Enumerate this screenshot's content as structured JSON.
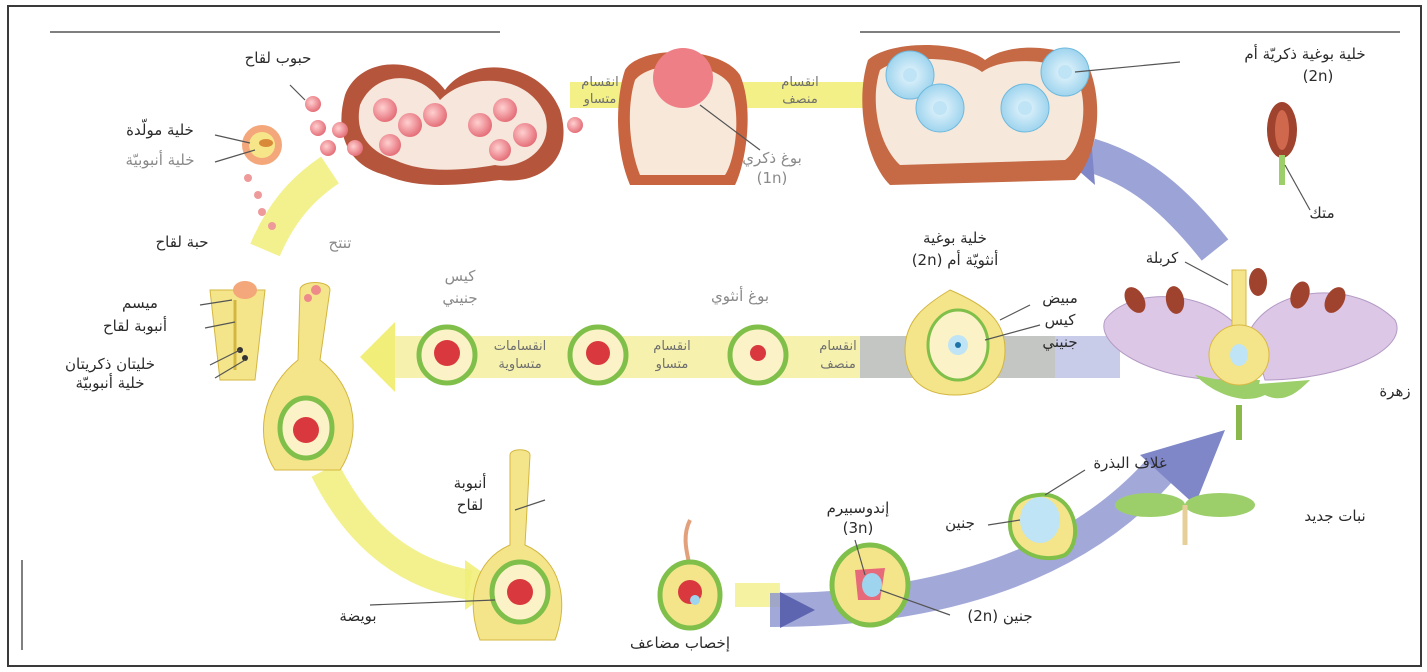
{
  "colors": {
    "frame": "#3a3a3a",
    "yellow_arrow": "#f1ee7a",
    "blue_arrow": "#7f87c9",
    "anther_brown": "#a0432e",
    "pollen_pink": "#ee8a8a",
    "ovule_yellow": "#f4e58a",
    "ovule_green": "#7fbf4a",
    "sac_red": "#d9393e",
    "petal_lilac": "#dcc7e6",
    "spore_cell_blue": "#9fd4ee"
  },
  "labels": {
    "pollen_grains": "حبوب لقاح",
    "generative_cell": "خلية مولّدة",
    "tube_cell_top": "خلية أنبوبيّة",
    "male_spore": "بوغ ذكري",
    "male_spore_ploidy": "(1n)",
    "male_mother_cell": "خلية بوغية ذكريّة أم",
    "male_mother_ploidy": "(2n)",
    "meiosis_top_1": "انقسام",
    "meiosis_top_2": "منصف",
    "top_mid_1": "انقسام",
    "top_mid_2": "متساو",
    "germination": "تنتح",
    "pollen_grain": "حبة لقاح",
    "stigma": "ميسم",
    "pollen_tube_left": "أنبوبة لقاح",
    "two_male_cells": "خليتان ذكريتان",
    "tube_cell_left": "خلية أنبوبيّة",
    "embryo_sac_left_1": "كيس",
    "embryo_sac_left_2": "جنيني",
    "female_spore": "بوغ أنثوي",
    "female_mother_1": "خلية بوغية",
    "female_mother_2": "أنثويّة أم (2n)",
    "ovary": "مبيض",
    "embryo_sac_right_1": "كيس",
    "embryo_sac_right_2": "جنيني",
    "mid_arrow_1a": "انقسامات",
    "mid_arrow_1b": "متساوية",
    "mid_arrow_2a": "انقسام",
    "mid_arrow_2b": "متساو",
    "mid_arrow_3a": "انقسام",
    "mid_arrow_3b": "منصف",
    "anther": "متك",
    "pistil": "كربلة",
    "flower": "زهرة",
    "seed_coat": "غلاف البذرة",
    "embryo_in_seed": "جنين",
    "endosperm": "إندوسبيرم",
    "endosperm_ploidy": "(3n)",
    "new_plant": "نبات جديد",
    "pollen_tube_bottom_1": "أنبوبة",
    "pollen_tube_bottom_2": "لقاح",
    "ovule": "بويضة",
    "embryo_2n": "جنين (2n)",
    "double_fertilization": "إخصاب مضاعف"
  }
}
